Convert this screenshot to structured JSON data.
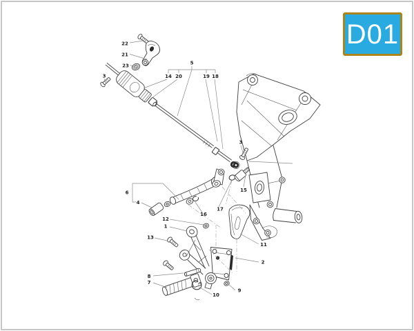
{
  "page": {
    "background": "#ffffff",
    "border_color": "#c6c6c6",
    "kind": "exploded parts diagram sheet"
  },
  "badge": {
    "label": "D01",
    "background": "#29abe2",
    "border_color": "#ab841c",
    "text_color": "#ffffff"
  },
  "diagram": {
    "type": "exploded-parts-line-drawing",
    "line_color": "#3e3e3e",
    "leader_color": "#8a8a8a",
    "callouts": [
      {
        "label": "1"
      },
      {
        "label": "2"
      },
      {
        "label": "3"
      },
      {
        "label": "3"
      },
      {
        "label": "4"
      },
      {
        "label": "5"
      },
      {
        "label": "6"
      },
      {
        "label": "7"
      },
      {
        "label": "8"
      },
      {
        "label": "9"
      },
      {
        "label": "10"
      },
      {
        "label": "11"
      },
      {
        "label": "12"
      },
      {
        "label": "13"
      },
      {
        "label": "14"
      },
      {
        "label": "15"
      },
      {
        "label": "16"
      },
      {
        "label": "17"
      },
      {
        "label": "18"
      },
      {
        "label": "19"
      },
      {
        "label": "20"
      },
      {
        "label": "21"
      },
      {
        "label": "22"
      },
      {
        "label": "23"
      }
    ]
  }
}
